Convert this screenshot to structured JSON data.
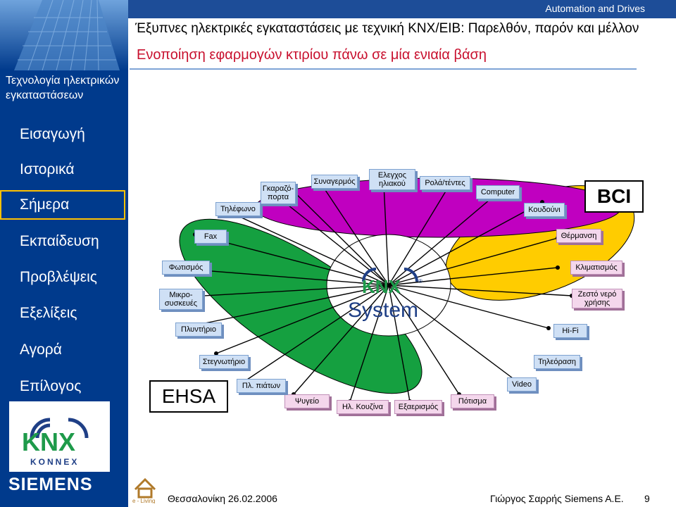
{
  "header": {
    "brand": "Automation and Drives",
    "title": "Έξυπνες ηλεκτρικές εγκαταστάσεις με τεχνική KNX/EIB: Παρελθόν, παρόν και μέλλον",
    "subtitle": "Ενοποίηση εφαρμογών κτιρίου πάνω σε μία ενιαία βάση"
  },
  "sidebar": {
    "section_title": "Τεχνολογία ηλεκτρικών εγκαταστάσεων",
    "items": [
      {
        "label": "Εισαγωγή",
        "active": false
      },
      {
        "label": "Ιστορικά",
        "active": false
      },
      {
        "label": "Σήμερα",
        "active": true
      },
      {
        "label": "Εκπαίδευση",
        "active": false
      },
      {
        "label": "Προβλέψεις",
        "active": false
      },
      {
        "label": "Εξελίξεις",
        "active": false
      },
      {
        "label": "Αγορά",
        "active": false
      },
      {
        "label": "Επίλογος",
        "active": false
      }
    ],
    "logos": {
      "knx": "KNX",
      "knx_sub": "KONNEX",
      "siemens": "SIEMENS"
    }
  },
  "diagram": {
    "center_label": "System",
    "center_logo": "KNX",
    "standards": {
      "bci": "BCI",
      "ehsa": "EHSA"
    },
    "applications_green": [
      "Τηλέφωνο",
      "Γκαραζό-πορτα",
      "Συναγερμός",
      "Ελεγχος ηλιακού",
      "Ρολά/τέντες",
      "Computer",
      "Κουδούνι",
      "Θέρμανση",
      "Κλιματισμός",
      "Ζεστό νερό χρήσης",
      "Hi-Fi",
      "Τηλεόραση",
      "Video",
      "Πότισμα",
      "Εξαερισμός",
      "Ηλ. Κουζίνα",
      "Ψυγείο",
      "Πλ. πιάτων",
      "Στεγνωτήριο",
      "Πλυντήριο",
      "Μικρο-συσκευές",
      "Φωτισμός",
      "Fax"
    ],
    "colors": {
      "ellipse_yellow": "#ffcc00",
      "ellipse_purple": "#c000c0",
      "ellipse_green": "#15a040",
      "box_blue": "#cfe0f5",
      "box_pink": "#f4d7ec",
      "sidebar": "#003a8c",
      "subtitle": "#c8102e"
    }
  },
  "footer": {
    "icon_label": "e - Living",
    "date": "Θεσσαλονίκη 26.02.2006",
    "author": "Γιώργος Σαρρής Siemens A.E.",
    "page": "9"
  }
}
